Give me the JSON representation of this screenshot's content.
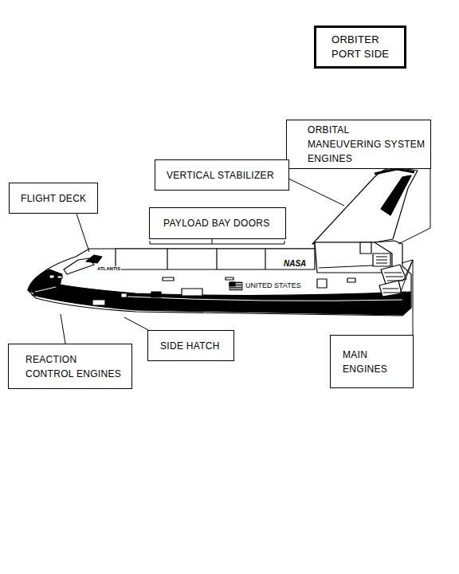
{
  "diagram": {
    "nodes": [
      {
        "text": [
          "ORBITER PORT SIDE"
        ]
      },
      {
        "text": [
          "ORBITAL MANEUVERING SYSTEM ENGINES"
        ]
      },
      {
        "text": [
          "VERTICAL STABILIZER"
        ]
      },
      {
        "text": [
          "FLIGHT DECK"
        ]
      },
      {
        "text": [
          "PAYLOAD BAY DOORS"
        ]
      },
      {
        "text": [
          "SIDE HATCH"
        ]
      },
      {
        "text": [
          "MAIN ENGINES"
        ]
      },
      {
        "text": [
          "REACTION CONTROL ENGINES"
        ]
      }
    ],
    "labels": [
      "ATLANTIS",
      "NASA",
      "UNITED STATES"
    ]
  }
}
